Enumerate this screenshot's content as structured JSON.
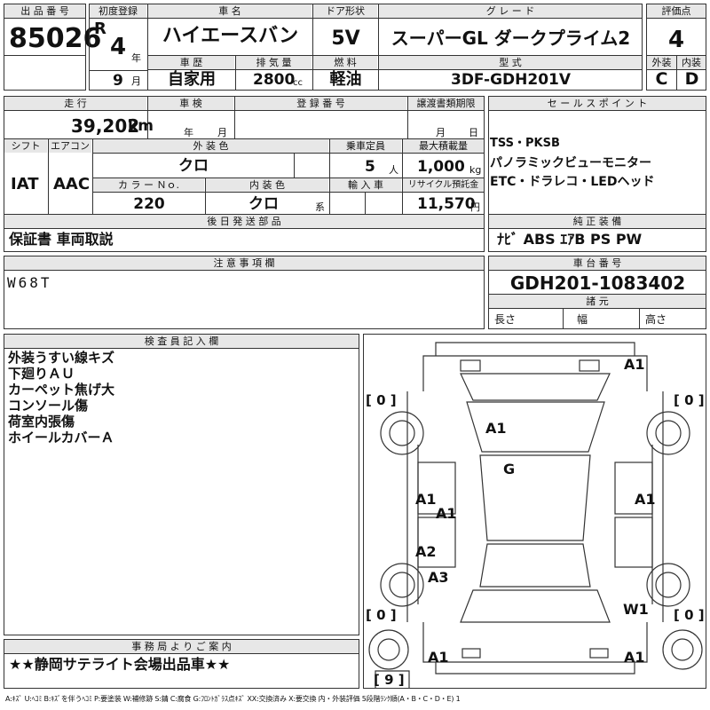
{
  "header": {
    "lot_label": "出 品 番 号",
    "lot_number": "85026",
    "first_reg_label": "初度登録",
    "era": "R",
    "year": "4",
    "year_unit": "年",
    "month": "9",
    "month_unit": "月",
    "car_name_label": "車 名",
    "car_name": "ハイエースバン",
    "doors_label": "ドア形状",
    "doors": "5V",
    "grade_label": "グ レ ー ド",
    "grade": "スーパーGL ダークプライム2",
    "score_label": "評価点",
    "score": "4",
    "history_label": "車 歴",
    "history": "自家用",
    "displacement_label": "排 気 量",
    "displacement": "2800",
    "displacement_unit": "cc",
    "fuel_label": "燃 料",
    "fuel": "軽油",
    "model_code_label": "型 式",
    "model_code": "3DF-GDH201V",
    "exterior_label": "外装",
    "exterior_grade": "C",
    "interior_label": "内装",
    "interior_grade": "D"
  },
  "specs": {
    "mileage_label": "走 行",
    "mileage": "39,202",
    "mileage_unit": "km",
    "inspection_label": "車 検",
    "inspection_year_unit": "年",
    "inspection_month_unit": "月",
    "reg_no_label": "登 録 番 号",
    "transfer_label": "譲渡書類期限",
    "transfer_month": "月",
    "transfer_day": "日",
    "shift_label": "シフト",
    "shift": "IAT",
    "ac_label": "エアコン",
    "ac": "AAC",
    "ext_color_label": "外 装 色",
    "ext_color": "クロ",
    "capacity_label": "乗車定員",
    "capacity": "5",
    "capacity_unit": "人",
    "max_load_label": "最大積載量",
    "max_load": "1,000",
    "max_load_unit": "kg",
    "color_no_label": "カ ラ ー Ｎｏ.",
    "color_no": "220",
    "int_color_label": "内 装 色",
    "int_color": "クロ",
    "int_color_unit": "系",
    "import_label": "輸 入 車",
    "recycle_label": "リサイクル預託金",
    "recycle": "11,570",
    "recycle_unit": "円",
    "later_label": "後 日 発 送 部 品",
    "later_items": "保証書 車両取説"
  },
  "sales_points": {
    "label": "セ ー ル ス ポ イ ン ト",
    "lines": [
      "TSS・PKSB",
      "パノラミックビューモニター",
      "ETC・ドラレコ・LEDヘッド"
    ]
  },
  "equipment": {
    "label": "純 正 装 備",
    "value": "ﾅﾋﾞ ABS ｴｱB PS PW"
  },
  "notes": {
    "label": "注 意 事 項 欄",
    "value": "W68T"
  },
  "chassis": {
    "label": "車 台 番 号",
    "value": "GDH201-1083402",
    "dims_label": "諸 元",
    "length_label": "長さ",
    "width_label": "幅",
    "height_label": "高さ"
  },
  "inspector": {
    "label": "検 査 員 記 入 欄",
    "lines": [
      "外装うすい線キズ",
      "下廻りＡＵ",
      "カーペット焦げ大",
      "コンソール傷",
      "荷室内張傷",
      "ホイールカバーＡ"
    ]
  },
  "office": {
    "label": "事 務 局 よ り ご 案 内",
    "value": "★★静岡サテライト会場出品車★★"
  },
  "diagram": {
    "marks": {
      "front_right": "A1",
      "roof": "A1",
      "glass": "G",
      "left_front_door": "A1",
      "left_center": "A1",
      "right_door": "A1",
      "left_rear_door": "A2",
      "left_rear": "A3",
      "right_rear": "W1",
      "rear_left": "A1",
      "rear_right": "A1"
    },
    "tire_left_front": "[ 0 ]",
    "tire_right_front": "[ 0 ]",
    "tire_left_rear": "[ 0 ]",
    "tire_right_rear": "[ 0 ]",
    "spare": "[ 9 ]"
  },
  "legend": "A:ｷｽﾞ U:ﾍｺﾐ B:ｷｽﾞを伴うﾍｺﾐ P:要塗装 W:補修跡 S:錆 C:腐食 G:ﾌﾛﾝﾄｶﾞﾗｽ点ｷｽﾞ XX:交換済み X:要交換 内・外装評価 5段階ﾗﾝｸ順(A・B・C・D・E) 1"
}
